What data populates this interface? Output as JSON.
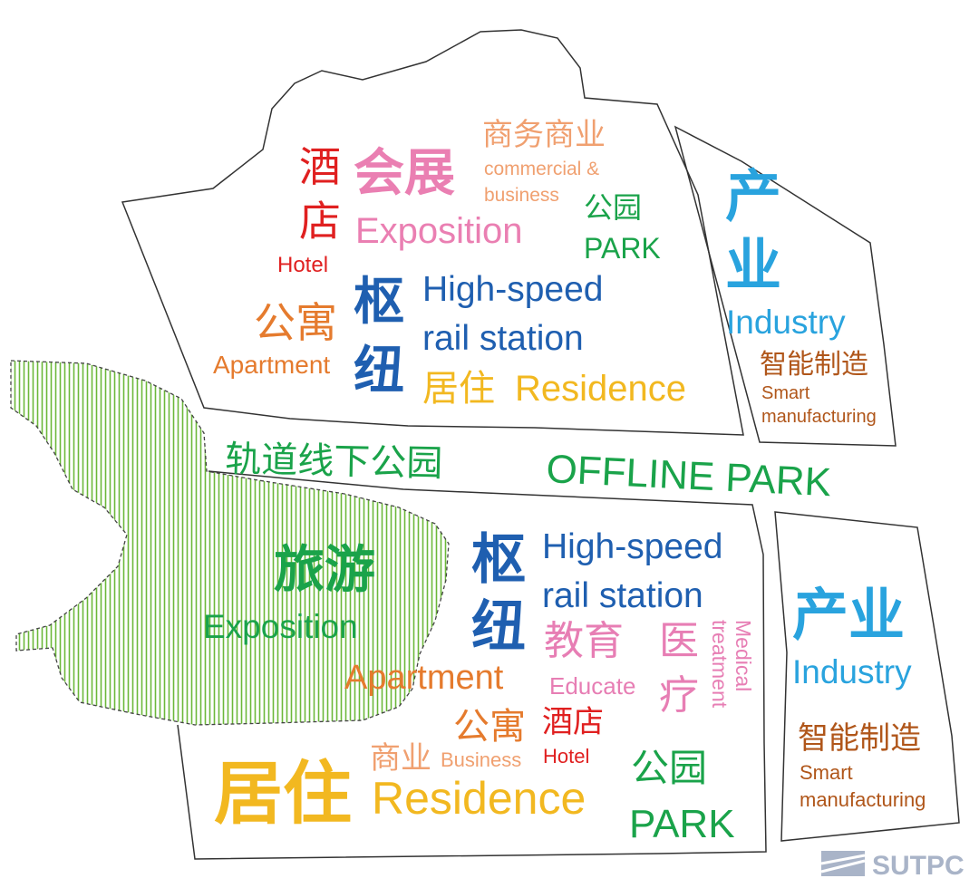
{
  "colors": {
    "hotel": "#e02020",
    "exposition": "#ea7fb2",
    "commercial": "#f0a070",
    "park": "#1aa34a",
    "hub": "#1f5fb0",
    "apartment": "#e57b2e",
    "residence": "#f2b820",
    "industry": "#29a3de",
    "manufacturing": "#b0561a",
    "tourism": "#1aa34a",
    "education": "#e77eb4",
    "medical": "#e77eb4",
    "block_stroke": "#333333",
    "hatch": "#6cb83a"
  },
  "north": {
    "hotel_zh": "酒店",
    "hotel_en": "Hotel",
    "expo_zh": "会展",
    "expo_en": "Exposition",
    "commercial_zh": "商务商业",
    "commercial_en_1": "commercial &",
    "commercial_en_2": "business",
    "park_zh": "公园",
    "park_en": "PARK",
    "apartment_zh": "公寓",
    "apartment_en": "Apartment",
    "hub_zh": "枢纽",
    "hub_en_1": "High-speed",
    "hub_en_2": "rail station",
    "residence_zh": "居住",
    "residence_en": "Residence"
  },
  "north_east": {
    "industry_zh": "产业",
    "industry_en": "Industry",
    "smart_zh": "智能制造",
    "smart_en_1": "Smart",
    "smart_en_2": "manufacturing"
  },
  "offline_park": {
    "zh": "轨道线下公园",
    "en": "OFFLINE PARK"
  },
  "south": {
    "tourism_zh": "旅游",
    "tourism_en": "Exposition",
    "hub_zh": "枢纽",
    "hub_en_1": "High-speed",
    "hub_en_2": "rail station",
    "edu_zh": "教育",
    "edu_en": "Educate",
    "medical_zh": "医疗",
    "medical_en_1": "Medical",
    "medical_en_2": "treatment",
    "apartment_en": "Apartment",
    "apartment_zh": "公寓",
    "hotel_zh": "酒店",
    "hotel_en": "Hotel",
    "commerce_zh": "商业",
    "commerce_en": "Business",
    "residence_zh": "居住",
    "residence_en": "Residence",
    "park_zh": "公园",
    "park_en": "PARK"
  },
  "south_east": {
    "industry_zh": "产业",
    "industry_en": "Industry",
    "smart_zh": "智能制造",
    "smart_en_1": "Smart",
    "smart_en_2": "manufacturing"
  },
  "logo": {
    "text": "SUTPC",
    "color": "#a9b4c8"
  }
}
